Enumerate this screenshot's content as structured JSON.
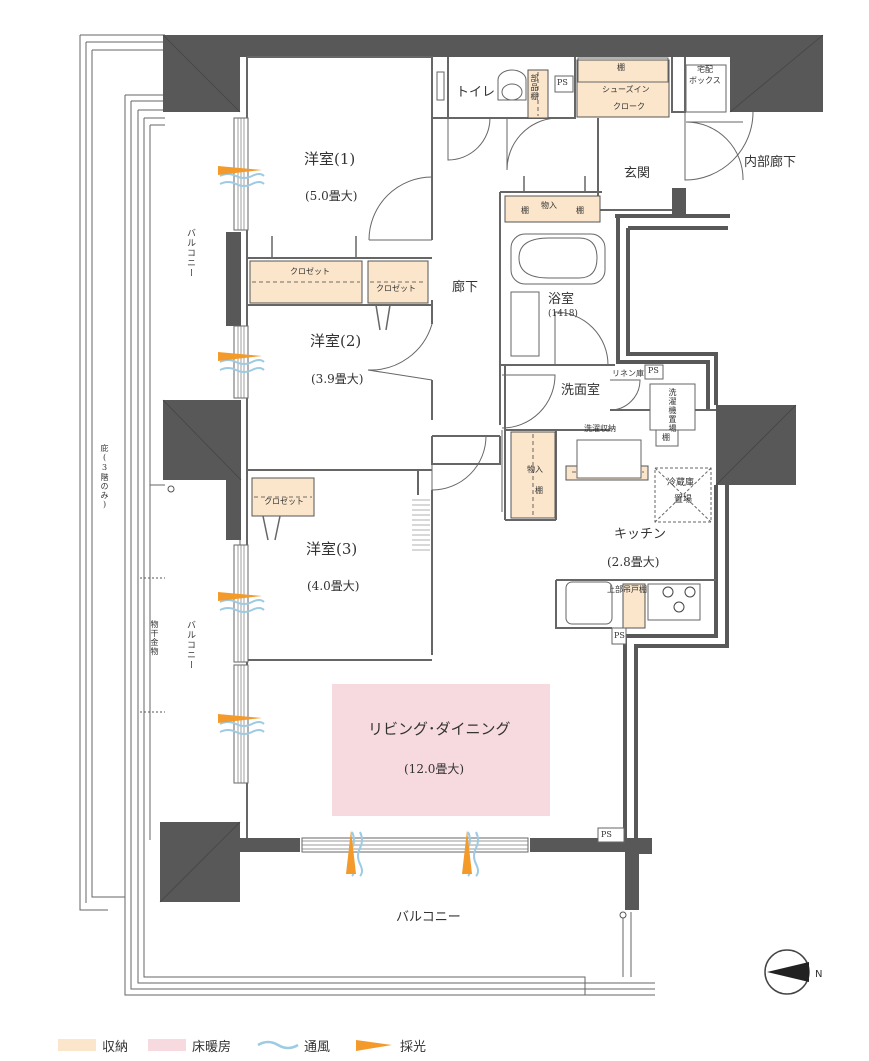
{
  "rooms": {
    "western1": {
      "name": "洋室(1)",
      "size": "(5.0畳大)"
    },
    "western2": {
      "name": "洋室(2)",
      "size": "(3.9畳大)"
    },
    "western3": {
      "name": "洋室(3)",
      "size": "(4.0畳大)"
    },
    "living": {
      "name": "リビング･ダイニング",
      "size": "(12.0畳大)"
    },
    "kitchen": {
      "name": "キッチン",
      "size": "(2.8畳大)"
    },
    "bath": {
      "name": "浴室",
      "size": "(1418)"
    },
    "washroom": "洗面室",
    "toilet": "トイレ",
    "entrance": "玄関",
    "hallway": "廊下",
    "inner_corridor": "内部廊下"
  },
  "storage": {
    "closet": "クロゼット",
    "shoes_in_closet_1": "シューズイン",
    "shoes_in_closet_2": "クローク",
    "shelf": "棚",
    "monoire": "物入",
    "linen_shelf": "リネン庫",
    "washer_storage": "洗濯収納",
    "upper_cabinet": "上部吊戸棚",
    "toilet_shelf": "部品棚"
  },
  "fixtures": {
    "ps": "PS",
    "delivery_box_1": "宅配",
    "delivery_box_2": "ボックス",
    "washer_place": "洗濯機置場",
    "fridge_place_1": "冷蔵庫",
    "fridge_place_2": "置場",
    "hanger": "物干金物"
  },
  "balconies": {
    "west_upper": "バルコニー",
    "west_lower": "バルコニー",
    "south": "バルコニー",
    "eaves": "庇(3階のみ)"
  },
  "compass": {
    "north": "N"
  },
  "legend": [
    {
      "label": "収納",
      "kind": "swatch",
      "color": "#fbe6cc"
    },
    {
      "label": "床暖房",
      "kind": "swatch",
      "color": "#f7dadf"
    },
    {
      "label": "通風",
      "kind": "wave",
      "color": "#9ccbe3"
    },
    {
      "label": "採光",
      "kind": "arrow",
      "color": "#f39a2a"
    }
  ],
  "colors": {
    "wall": "#555555",
    "storage": "#fbe6cc",
    "floor_heating": "#f7dadf",
    "ventilation": "#9ccbe3",
    "lighting": "#f39a2a"
  }
}
